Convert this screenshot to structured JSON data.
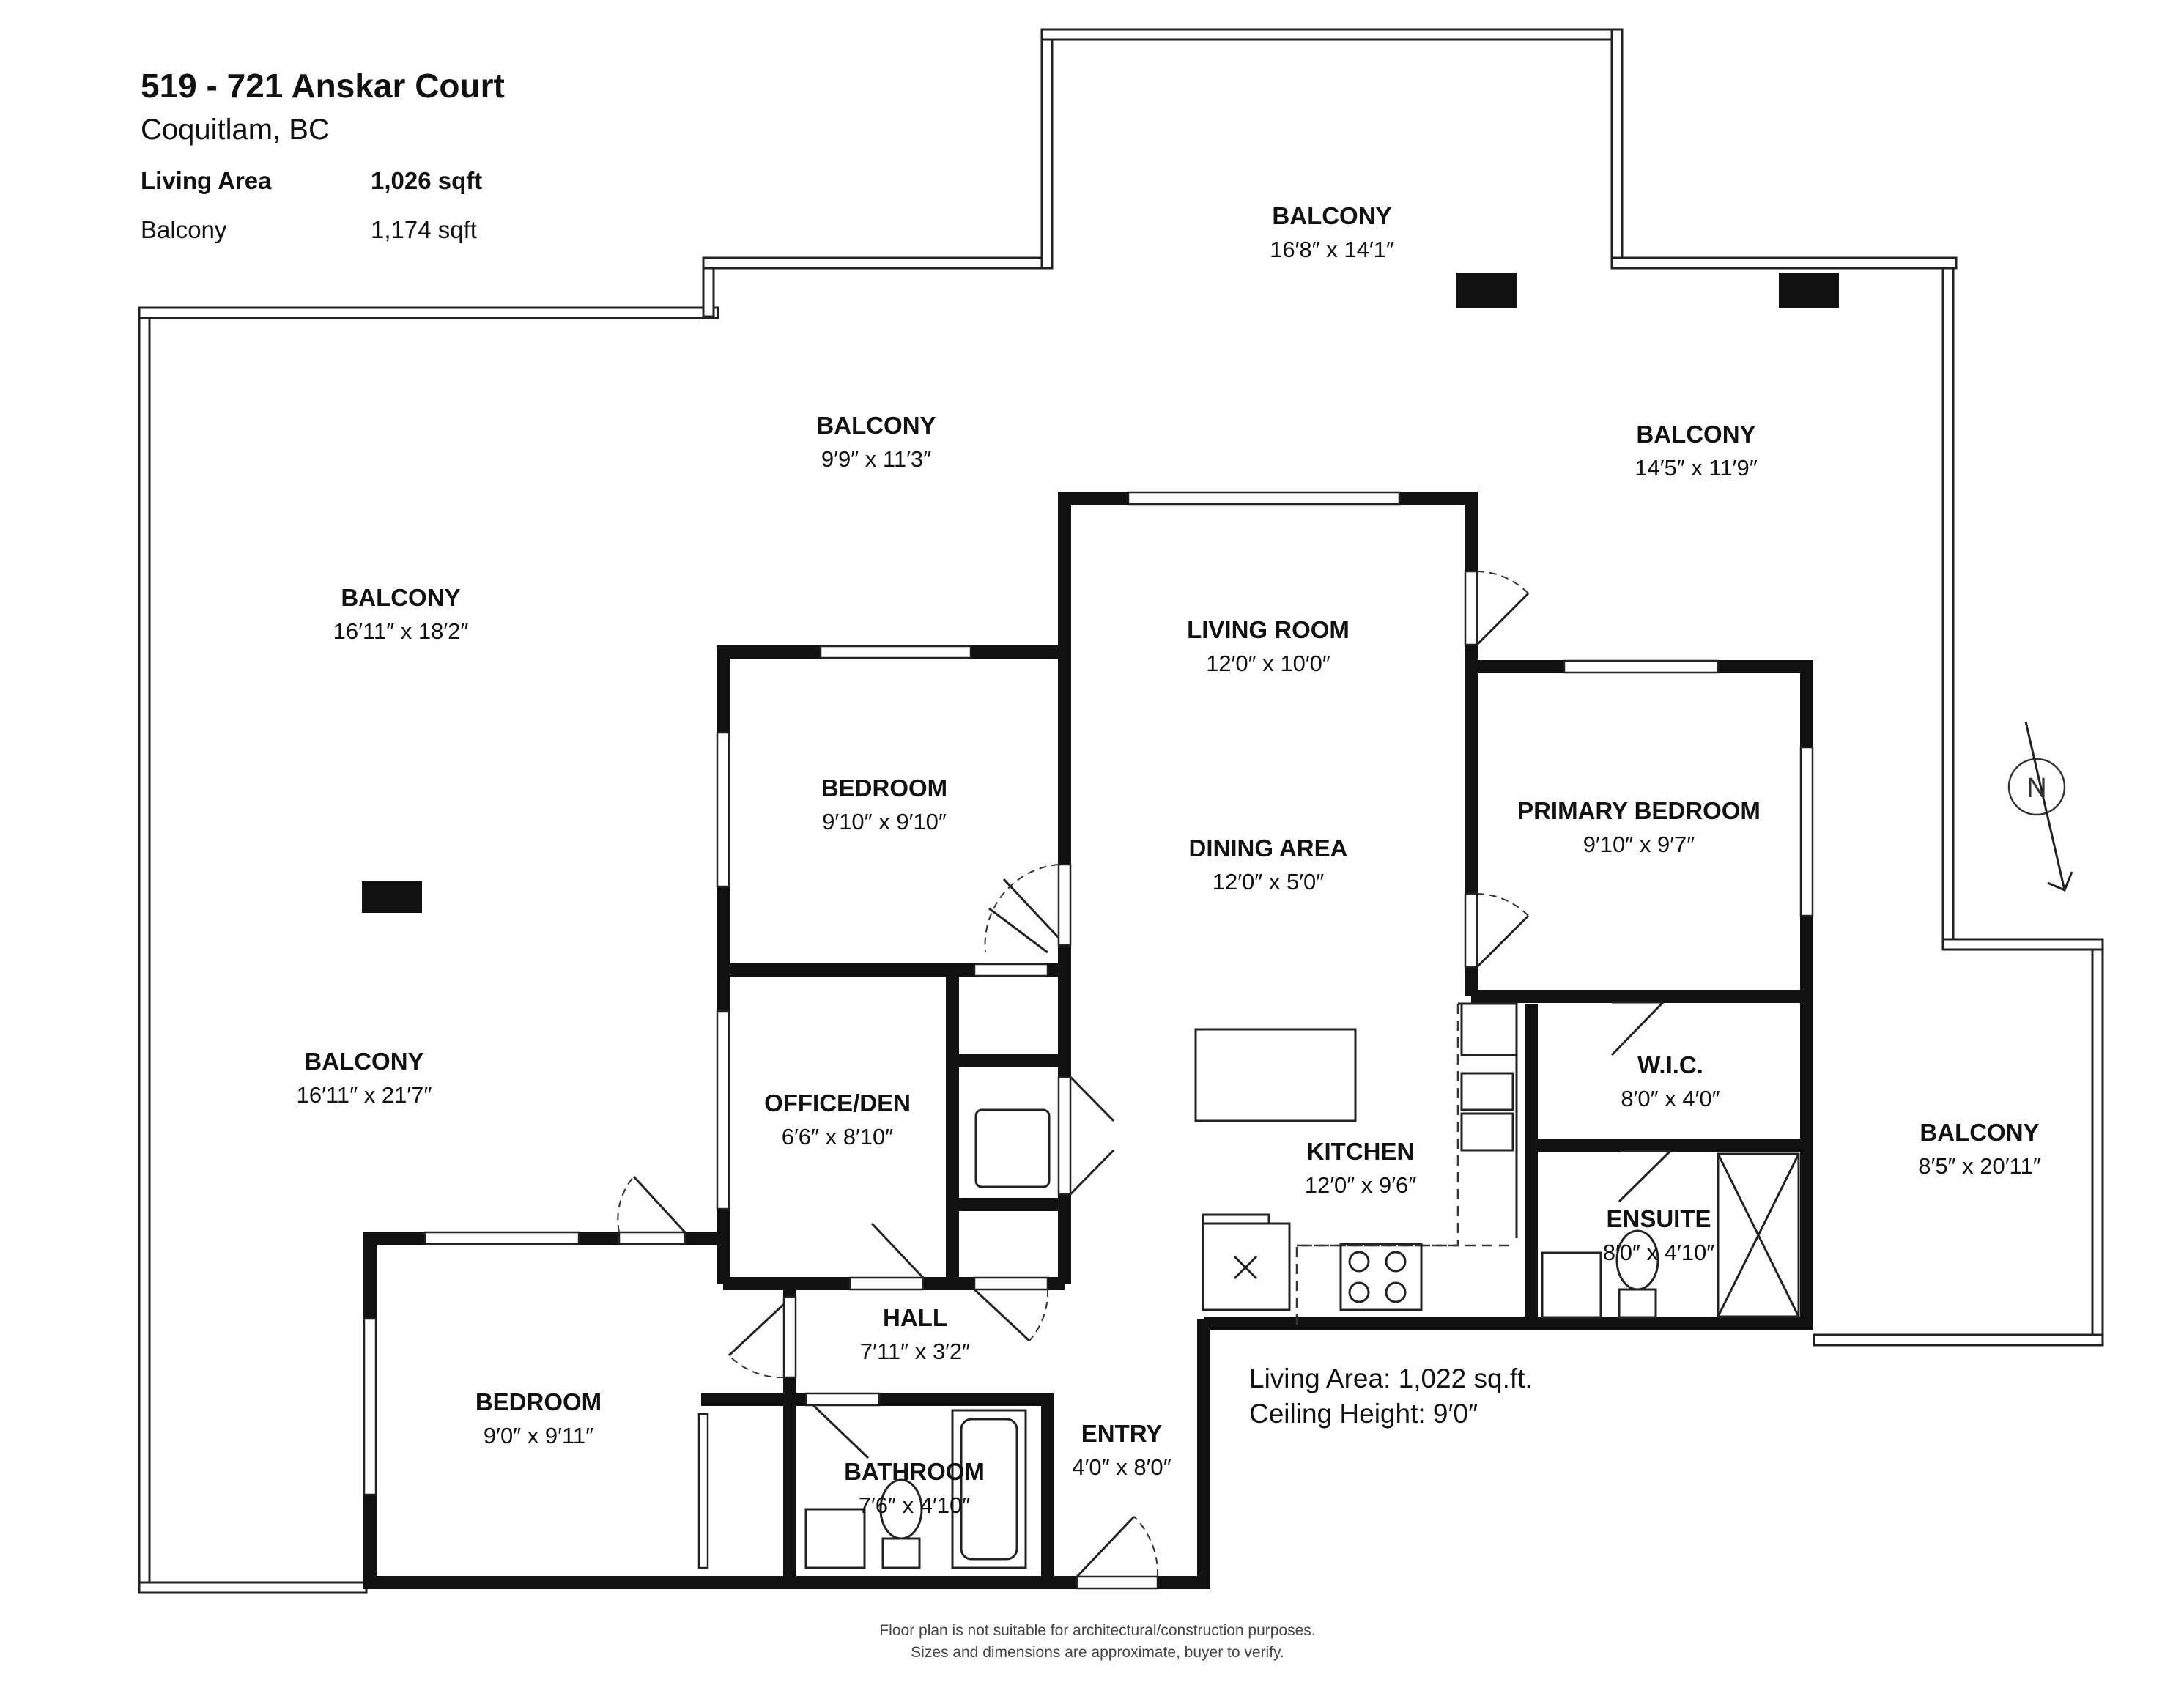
{
  "header": {
    "address": "519 - 721 Anskar Court",
    "city": "Coquitlam, BC",
    "living_area_label": "Living Area",
    "living_area_value": "1,026 sqft",
    "balcony_label": "Balcony",
    "balcony_value": "1,174 sqft"
  },
  "rooms": {
    "balcony_top": {
      "name": "BALCONY",
      "dim": "16′8″ x 14′1″"
    },
    "balcony_upper_mid": {
      "name": "BALCONY",
      "dim": "9′9″ x 11′3″"
    },
    "balcony_upper_right": {
      "name": "BALCONY",
      "dim": "14′5″ x 11′9″"
    },
    "balcony_left_upper": {
      "name": "BALCONY",
      "dim": "16′11″ x 18′2″"
    },
    "balcony_left_lower": {
      "name": "BALCONY",
      "dim": "16′11″ x 21′7″"
    },
    "balcony_right": {
      "name": "BALCONY",
      "dim": "8′5″ x 20′11″"
    },
    "living_room": {
      "name": "LIVING ROOM",
      "dim": "12′0″ x 10′0″"
    },
    "dining_area": {
      "name": "DINING AREA",
      "dim": "12′0″ x 5′0″"
    },
    "kitchen": {
      "name": "KITCHEN",
      "dim": "12′0″ x 9′6″"
    },
    "bedroom_upper": {
      "name": "BEDROOM",
      "dim": "9′10″ x 9′10″"
    },
    "bedroom_lower": {
      "name": "BEDROOM",
      "dim": "9′0″ x 9′11″"
    },
    "primary_bedroom": {
      "name": "PRIMARY BEDROOM",
      "dim": "9′10″ x 9′7″"
    },
    "wic": {
      "name": "W.I.C.",
      "dim": "8′0″ x 4′0″"
    },
    "ensuite": {
      "name": "ENSUITE",
      "dim": "8′0″ x 4′10″"
    },
    "office_den": {
      "name": "OFFICE/DEN",
      "dim": "6′6″ x 8′10″"
    },
    "hall": {
      "name": "HALL",
      "dim": "7′11″ x 3′2″"
    },
    "bathroom": {
      "name": "BATHROOM",
      "dim": "7′6″ x 4′10″"
    },
    "entry": {
      "name": "ENTRY",
      "dim": "4′0″ x 8′0″"
    }
  },
  "notes": {
    "living_area": "Living Area: 1,022 sq.ft.",
    "ceiling_height": "Ceiling Height: 9′0″"
  },
  "compass": {
    "label": "N"
  },
  "disclaimer": {
    "line1": "Floor plan is not suitable for architectural/construction purposes.",
    "line2": "Sizes and dimensions are approximate, buyer to verify."
  }
}
